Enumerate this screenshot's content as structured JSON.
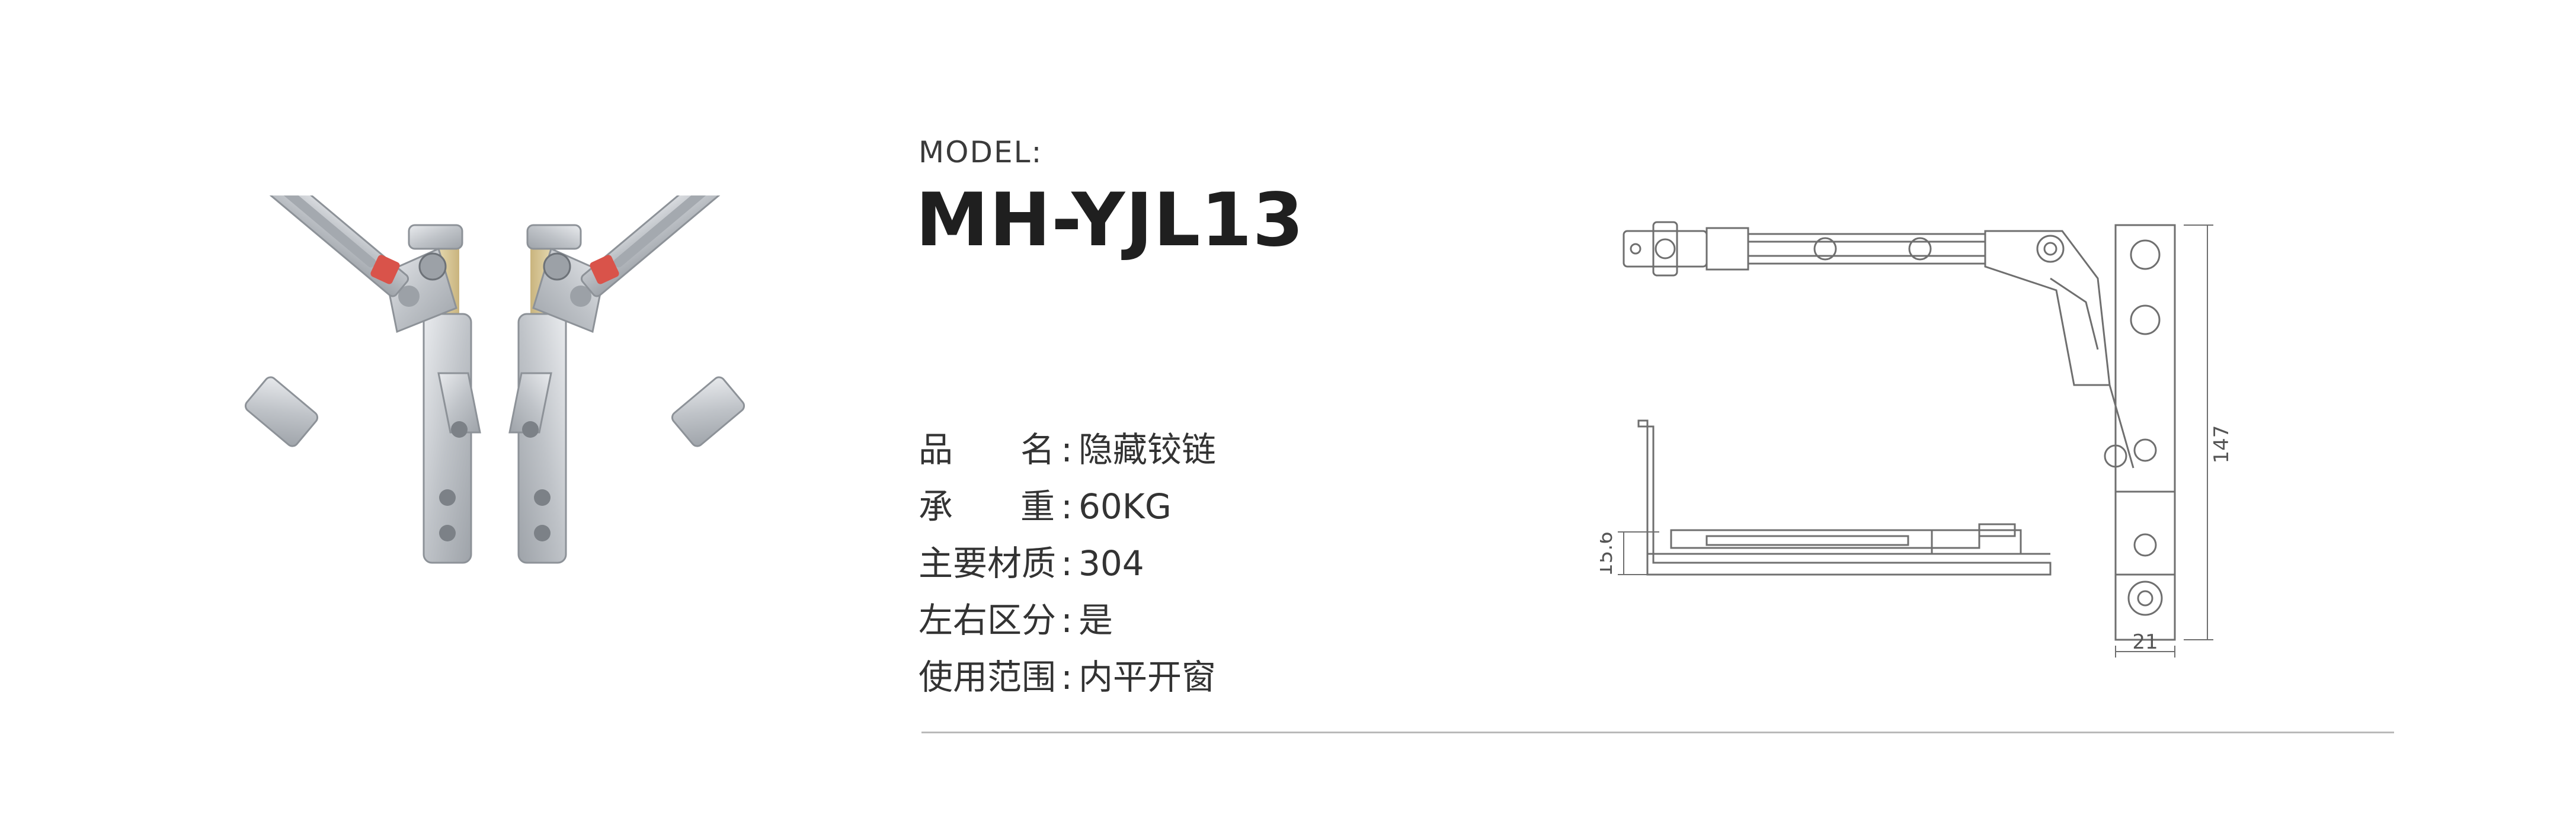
{
  "product": {
    "model_label": "MODEL:",
    "model_code": "MH-YJL13"
  },
  "specs": [
    {
      "label": "品　　名",
      "label_chars": [
        "品",
        "名"
      ],
      "value": "隐藏铰链"
    },
    {
      "label": "承　　重",
      "label_chars": [
        "承",
        "重"
      ],
      "value": "60KG"
    },
    {
      "label": "主要材质",
      "label_chars": [
        "主",
        "要",
        "材",
        "质"
      ],
      "value": "304"
    },
    {
      "label": "左右区分",
      "label_chars": [
        "左",
        "右",
        "区",
        "分"
      ],
      "value": "是"
    },
    {
      "label": "使用范围",
      "label_chars": [
        "使",
        "用",
        "范",
        "围"
      ],
      "value": "内平开窗"
    }
  ],
  "separator": ":",
  "drawing": {
    "dimensions": {
      "thickness": "15.6",
      "width": "21",
      "length": "147"
    }
  },
  "colors": {
    "text": "#2b2b2b",
    "line": "#6f6f6f",
    "steel": "#c9ccd0",
    "brass": "#d8c79a",
    "red": "#d9534a"
  }
}
